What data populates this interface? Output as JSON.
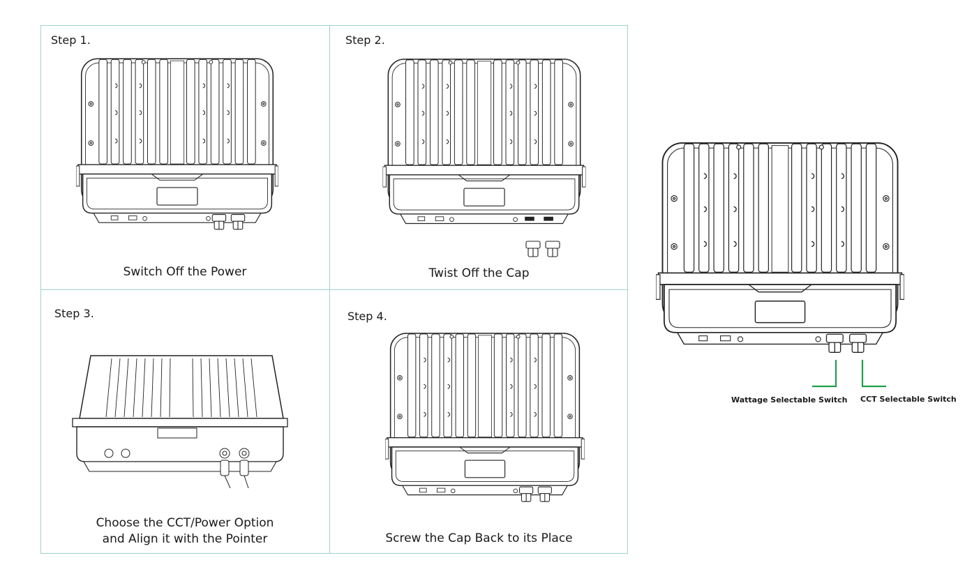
{
  "steps": [
    {
      "label": "Step 1.",
      "caption": "Switch Off the Power"
    },
    {
      "label": "Step 2.",
      "caption": "Twist Off the Cap"
    },
    {
      "label": "Step 3.",
      "caption_line1": "Choose the CCT/Power Option",
      "caption_line2": "and Align it with the Pointer"
    },
    {
      "label": "Step 4.",
      "caption": "Screw the Cap Back to its Place"
    }
  ],
  "callouts": {
    "wattage_label": "Wattage Selectable Switch",
    "cct_label": "CCT Selectable Switch"
  },
  "colors": {
    "grid_line": "#9fd3cc",
    "pointer": "#1e9e49"
  }
}
